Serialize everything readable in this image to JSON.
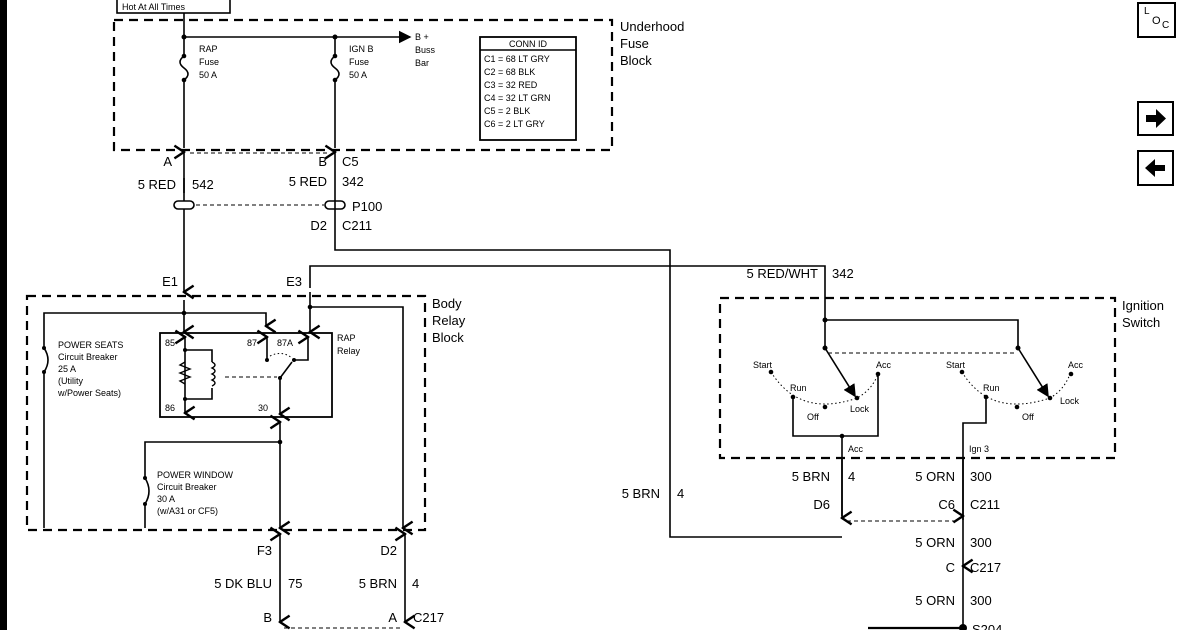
{
  "header": {
    "hot_label": "Hot At All Times"
  },
  "underhood": {
    "title": [
      "Underhood",
      "Fuse",
      "Block"
    ],
    "rap_fuse": [
      "RAP",
      "Fuse",
      "50 A"
    ],
    "ignb_fuse": [
      "IGN B",
      "Fuse",
      "50 A"
    ],
    "buss_bar": [
      "B +",
      "Buss",
      "Bar"
    ],
    "conn_id": {
      "title": "CONN ID",
      "rows": [
        "C1 = 68 LT GRY",
        "C2 = 68 BLK",
        "C3 = 32 RED",
        "C4 = 32 LT GRN",
        "C5 = 2 BLK",
        "C6 = 2 LT GRY"
      ]
    }
  },
  "wires_top": {
    "a": "A",
    "b": "B",
    "c5": "C5",
    "w542_color": "5 RED",
    "w542_num": "542",
    "w342_color": "5 RED",
    "w342_num": "342",
    "p100": "P100",
    "d2": "D2",
    "c211": "C211",
    "e1": "E1",
    "e3": "E3",
    "redwht_color": "5 RED/WHT",
    "redwht_num": "342",
    "brn_color": "5 BRN",
    "brn_num": "4"
  },
  "body_relay": {
    "title": [
      "Body",
      "Relay",
      "Block"
    ],
    "power_seats": [
      "POWER SEATS",
      "Circuit Breaker",
      "25 A",
      "(Utility",
      "w/Power Seats)"
    ],
    "power_window": [
      "POWER WINDOW",
      "Circuit Breaker",
      "30 A",
      "(w/A31 or CF5)"
    ],
    "relay_label": [
      "RAP",
      "Relay"
    ],
    "pins": {
      "p85": "85",
      "p86": "86",
      "p87": "87",
      "p87a": "87A",
      "p30": "30"
    }
  },
  "bottom_left": {
    "f3": "F3",
    "d2": "D2",
    "blu_color": "5 DK BLU",
    "blu_num": "75",
    "brn_color": "5 BRN",
    "brn_num": "4",
    "b": "B",
    "a": "A",
    "c217": "C217"
  },
  "ignition": {
    "title": [
      "Ignition",
      "Switch"
    ],
    "left": {
      "start": "Start",
      "run": "Run",
      "off": "Off",
      "lock": "Lock",
      "acc": "Acc"
    },
    "right": {
      "start": "Start",
      "run": "Run",
      "off": "Off",
      "lock": "Lock",
      "acc": "Acc"
    },
    "acc_out": "Acc",
    "ign3": "Ign 3"
  },
  "bottom_right": {
    "brn_color": "5 BRN",
    "brn_num": "4",
    "d6": "D6",
    "orn1_color": "5 ORN",
    "orn1_num": "300",
    "c6": "C6",
    "c211": "C211",
    "orn2_color": "5 ORN",
    "orn2_num": "300",
    "c": "C",
    "c217": "C217",
    "orn3_color": "5 ORN",
    "orn3_num": "300",
    "s204": "S204"
  },
  "nav": {
    "loc_l": "L",
    "loc_o": "O",
    "loc_c": "C"
  }
}
